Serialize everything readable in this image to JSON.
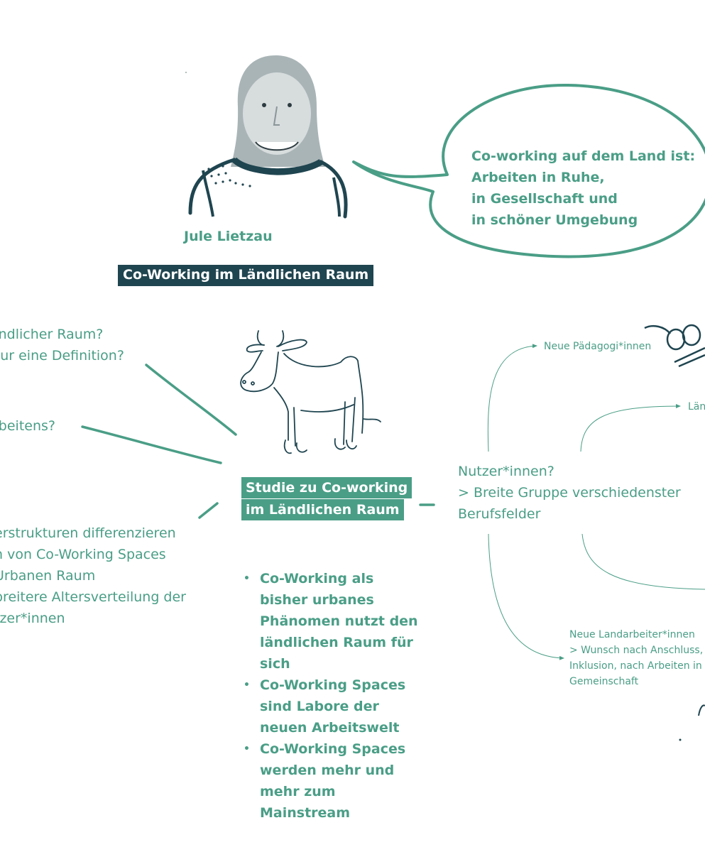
{
  "person": {
    "name": "Jule Lietzau"
  },
  "title": "Co-Working im Ländlichen Raum",
  "quote": [
    "Co-working auf dem Land ist:",
    "Arbeiten in Ruhe,",
    "in Gesellschaft und",
    "in schöner Umgebung"
  ],
  "center": [
    "Studie zu Co-working",
    "im Ländlichen Raum"
  ],
  "left_questions": {
    "q1": [
      "ändlicher Raum?",
      "Nur eine Definition?"
    ],
    "q2": [
      "rbeitens?"
    ],
    "q3": [
      "erstrukturen differenzieren",
      "h von Co-Working Spaces",
      "Urbanen Raum",
      "breitere Altersverteilung der",
      "tzer*innen"
    ]
  },
  "users": [
    "Nutzer*innen?",
    "> Breite Gruppe verschiedenster",
    "Berufsfelder"
  ],
  "branches": {
    "paedagogen": "Neue Pädagogi*innen",
    "land": "Län",
    "landarbeiter": [
      "Neue Landarbeiter*innen",
      "> Wunsch nach Anschluss,",
      "Inklusion, nach Arbeiten in",
      "Gemeinschaft"
    ]
  },
  "findings": [
    "Co-Working als bisher urbanes Phänomen nutzt den ländlichen Raum für sich",
    "Co-Working Spaces sind Labore der neuen Arbeitswelt",
    "Co-Working Spaces werden mehr und mehr zum Mainstream"
  ],
  "colors": {
    "teal": "#4a9e86",
    "dark": "#1f4550",
    "portrait": "#1f4550"
  }
}
